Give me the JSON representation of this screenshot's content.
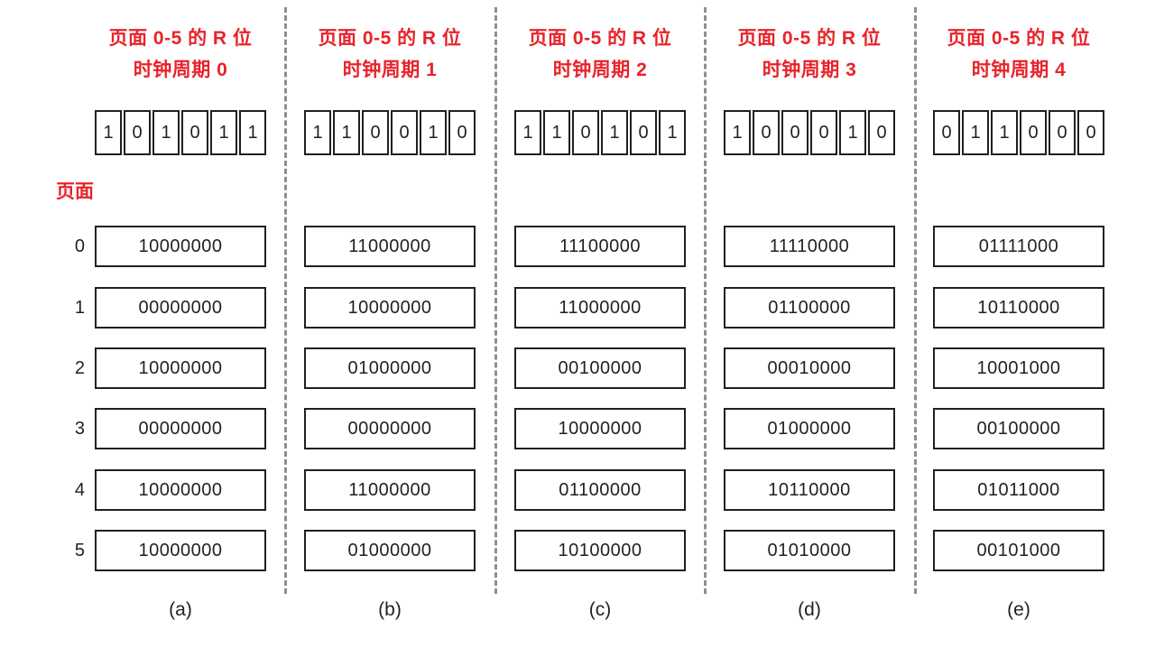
{
  "diagram": {
    "page_label": "页面",
    "row_labels": [
      "0",
      "1",
      "2",
      "3",
      "4",
      "5"
    ],
    "columns": [
      {
        "title_line1": "页面 0-5 的 R 位",
        "title_line2": "时钟周期 0",
        "r_bits": [
          "1",
          "0",
          "1",
          "0",
          "1",
          "1"
        ],
        "counters": [
          "10000000",
          "00000000",
          "10000000",
          "00000000",
          "10000000",
          "10000000"
        ],
        "caption": "(a)"
      },
      {
        "title_line1": "页面 0-5 的 R 位",
        "title_line2": "时钟周期 1",
        "r_bits": [
          "1",
          "1",
          "0",
          "0",
          "1",
          "0"
        ],
        "counters": [
          "11000000",
          "10000000",
          "01000000",
          "00000000",
          "11000000",
          "01000000"
        ],
        "caption": "(b)"
      },
      {
        "title_line1": "页面 0-5 的 R 位",
        "title_line2": "时钟周期 2",
        "r_bits": [
          "1",
          "1",
          "0",
          "1",
          "0",
          "1"
        ],
        "counters": [
          "11100000",
          "11000000",
          "00100000",
          "10000000",
          "01100000",
          "10100000"
        ],
        "caption": "(c)"
      },
      {
        "title_line1": "页面 0-5 的 R 位",
        "title_line2": "时钟周期 3",
        "r_bits": [
          "1",
          "0",
          "0",
          "0",
          "1",
          "0"
        ],
        "counters": [
          "11110000",
          "01100000",
          "00010000",
          "01000000",
          "10110000",
          "01010000"
        ],
        "caption": "(d)"
      },
      {
        "title_line1": "页面 0-5 的 R 位",
        "title_line2": "时钟周期 4",
        "r_bits": [
          "0",
          "1",
          "1",
          "0",
          "0",
          "0"
        ],
        "counters": [
          "01111000",
          "10110000",
          "10001000",
          "00100000",
          "01011000",
          "00101000"
        ],
        "caption": "(e)"
      }
    ],
    "colors": {
      "accent_red": "#e8232a",
      "line_black": "#231f20",
      "divider_gray": "#8f8f8f"
    }
  }
}
